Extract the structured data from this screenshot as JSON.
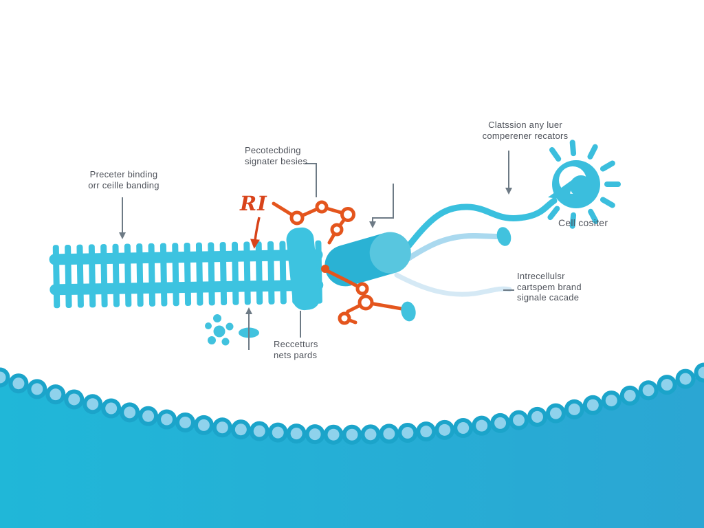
{
  "labels": {
    "receptor_binding_line1": "Preceter binding",
    "receptor_binding_line2": "orr ceille banding",
    "signaling_line1": "Pecotecbding",
    "signaling_line2": "signater besies",
    "ri_marker": "RI",
    "classion_line1": "Clatssion any luer",
    "classion_line2": "comperener recators",
    "cell_center": "Cell cositer",
    "intracellular_line1": "Intrecellulsr",
    "intracellular_line2": "cartspem brand",
    "intracellular_line3": "signale cacade",
    "receptors_line1": "Reccetturs",
    "receptors_line2": "nets pards"
  },
  "colors": {
    "cyan_main": "#3dc3e0",
    "pill_dark": "#2ab2d4",
    "pill_light": "#58c6df",
    "orange_chain": "#e4551d",
    "red_marker": "#d8431a",
    "gray_line": "#6d7a85",
    "label_text": "#4e525a",
    "membrane_left": "#20b7d8",
    "membrane_right": "#2ba6d3",
    "bead_ring": "#1ba4ca",
    "bead_fill": "#8fd2ec",
    "tail_dark": "#3ac0de",
    "tail_mid": "#aad9ef",
    "tail_light": "#d5e9f5"
  }
}
